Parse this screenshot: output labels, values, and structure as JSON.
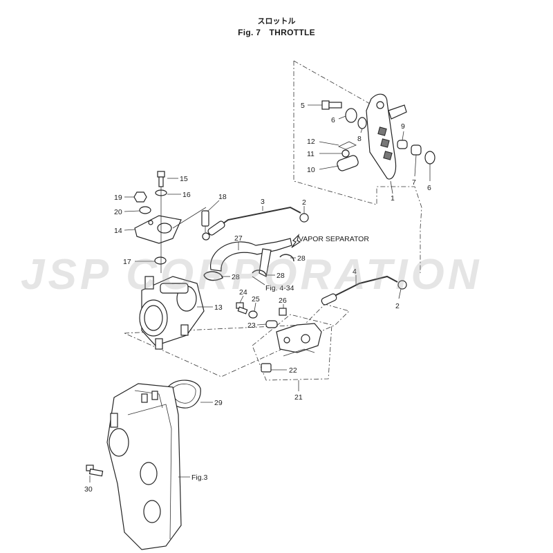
{
  "title_jp": "スロットル",
  "title_en": "Fig. 7　THROTTLE",
  "watermark": "JSP CORPORATION",
  "labels": {
    "p1": "1",
    "p2a": "2",
    "p2b": "2",
    "p3": "3",
    "p4": "4",
    "p5": "5",
    "p6a": "6",
    "p6b": "6",
    "p7": "7",
    "p8": "8",
    "p9": "9",
    "p10": "10",
    "p11": "11",
    "p12": "12",
    "p13": "13",
    "p14": "14",
    "p15": "15",
    "p16": "16",
    "p17": "17",
    "p18": "18",
    "p19": "19",
    "p20": "20",
    "p21": "21",
    "p22": "22",
    "p23": "23",
    "p24": "24",
    "p25": "25",
    "p26": "26",
    "p27": "27",
    "p28a": "28",
    "p28b": "28",
    "p28c": "28",
    "p29": "29",
    "p30": "30"
  },
  "refs": {
    "vapor": "VAPOR SEPARATOR",
    "fig434": "Fig. 4-34",
    "fig3": "Fig.3"
  }
}
